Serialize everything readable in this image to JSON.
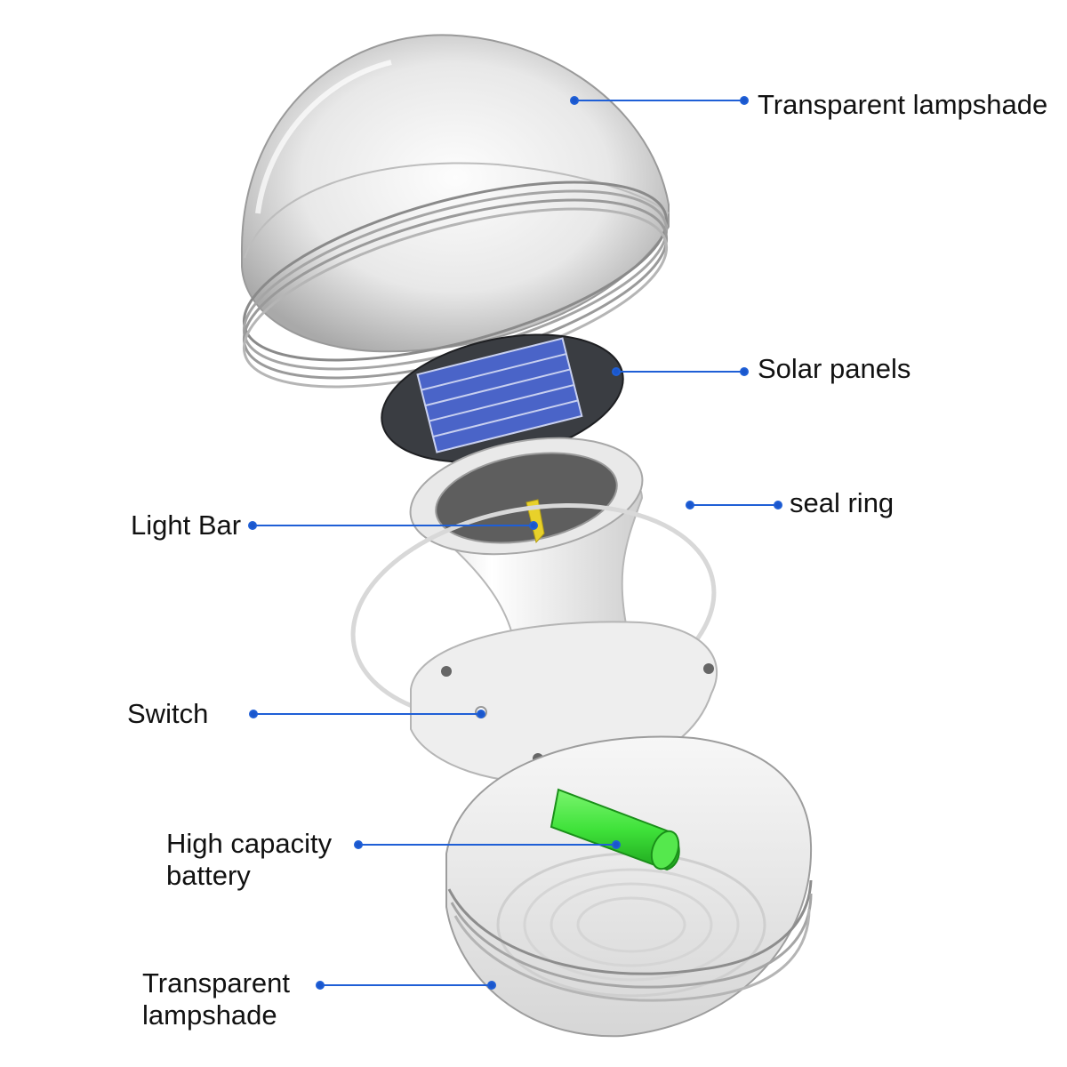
{
  "labels": {
    "top_lampshade": "Transparent lampshade",
    "solar_panels": "Solar panels",
    "seal_ring": "seal ring",
    "light_bar": "Light Bar",
    "switch": "Switch",
    "battery_line1": "High capacity",
    "battery_line2": "battery",
    "bottom_lampshade_line1": "Transparent",
    "bottom_lampshade_line2": "lampshade"
  },
  "colors": {
    "leader_line": "#1f5fd6",
    "leader_dot": "#1a56cc",
    "label_text": "#111111",
    "solar_cell": "#4a64c8",
    "solar_disc": "#3a3d42",
    "battery": "#3fe23a",
    "light_bar": "#e8d12a",
    "housing": "#f2f2f2"
  }
}
